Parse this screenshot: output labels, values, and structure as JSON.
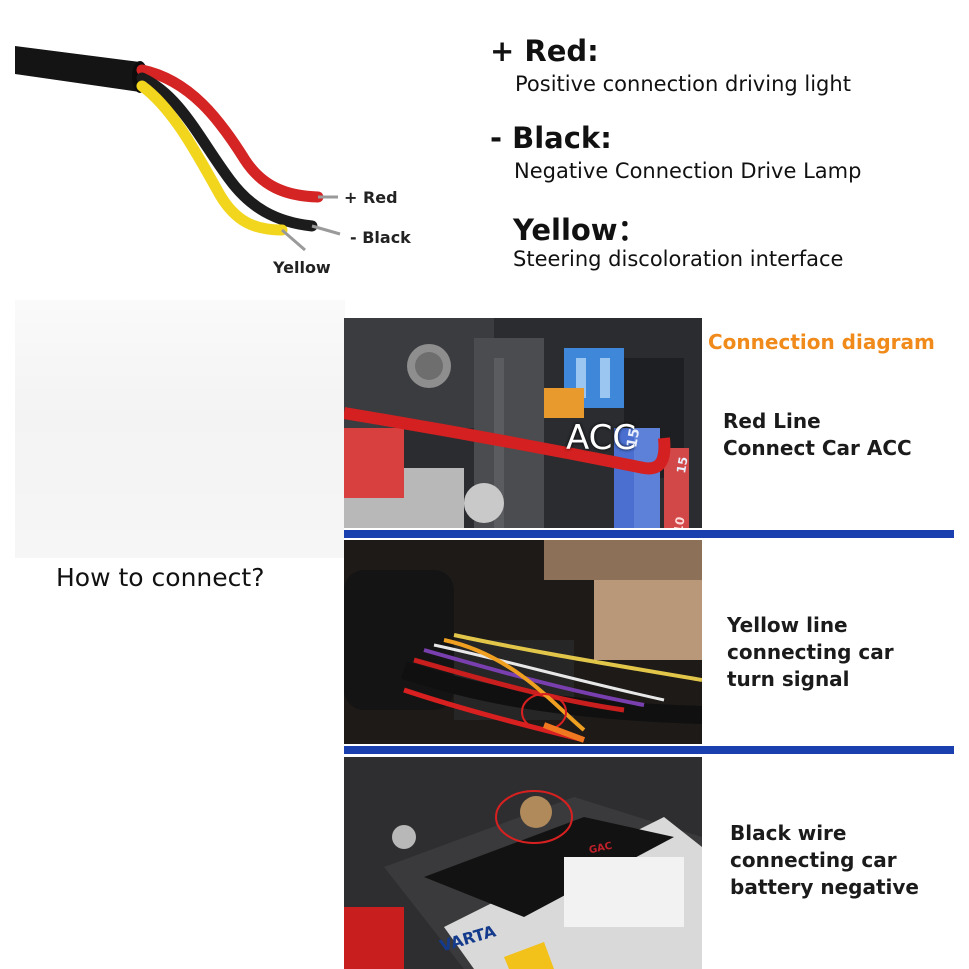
{
  "wire_labels": {
    "red": "+ Red",
    "black": "- Black",
    "yellow": "Yellow"
  },
  "legend": {
    "red": {
      "title": "+ Red:",
      "description": "Positive connection driving light"
    },
    "black": {
      "title": "- Black:",
      "description": "Negative Connection Drive Lamp"
    },
    "yellow": {
      "title": "Yellow：",
      "description": "Steering discoloration interface"
    }
  },
  "how_to_connect": "How to connect?",
  "diagram": {
    "title": "Connection diagram",
    "acc_photo_label": "ACC",
    "fuse_labels": [
      "15",
      "15",
      "10"
    ],
    "battery_brand": "VARTA",
    "battery_logo": "GAC",
    "panels": [
      {
        "lines": [
          "Red Line",
          "Connect Car ACC"
        ]
      },
      {
        "lines": [
          "Yellow line",
          "connecting car",
          "turn signal"
        ]
      },
      {
        "lines": [
          "Black wire",
          "connecting car",
          "battery negative"
        ]
      }
    ]
  },
  "colors": {
    "red_wire": "#d42424",
    "yellow_wire": "#f2d61e",
    "black_wire": "#1a1a1a",
    "divider_blue": "#1a3fae",
    "diagram_title_orange": "#f08a1a"
  }
}
